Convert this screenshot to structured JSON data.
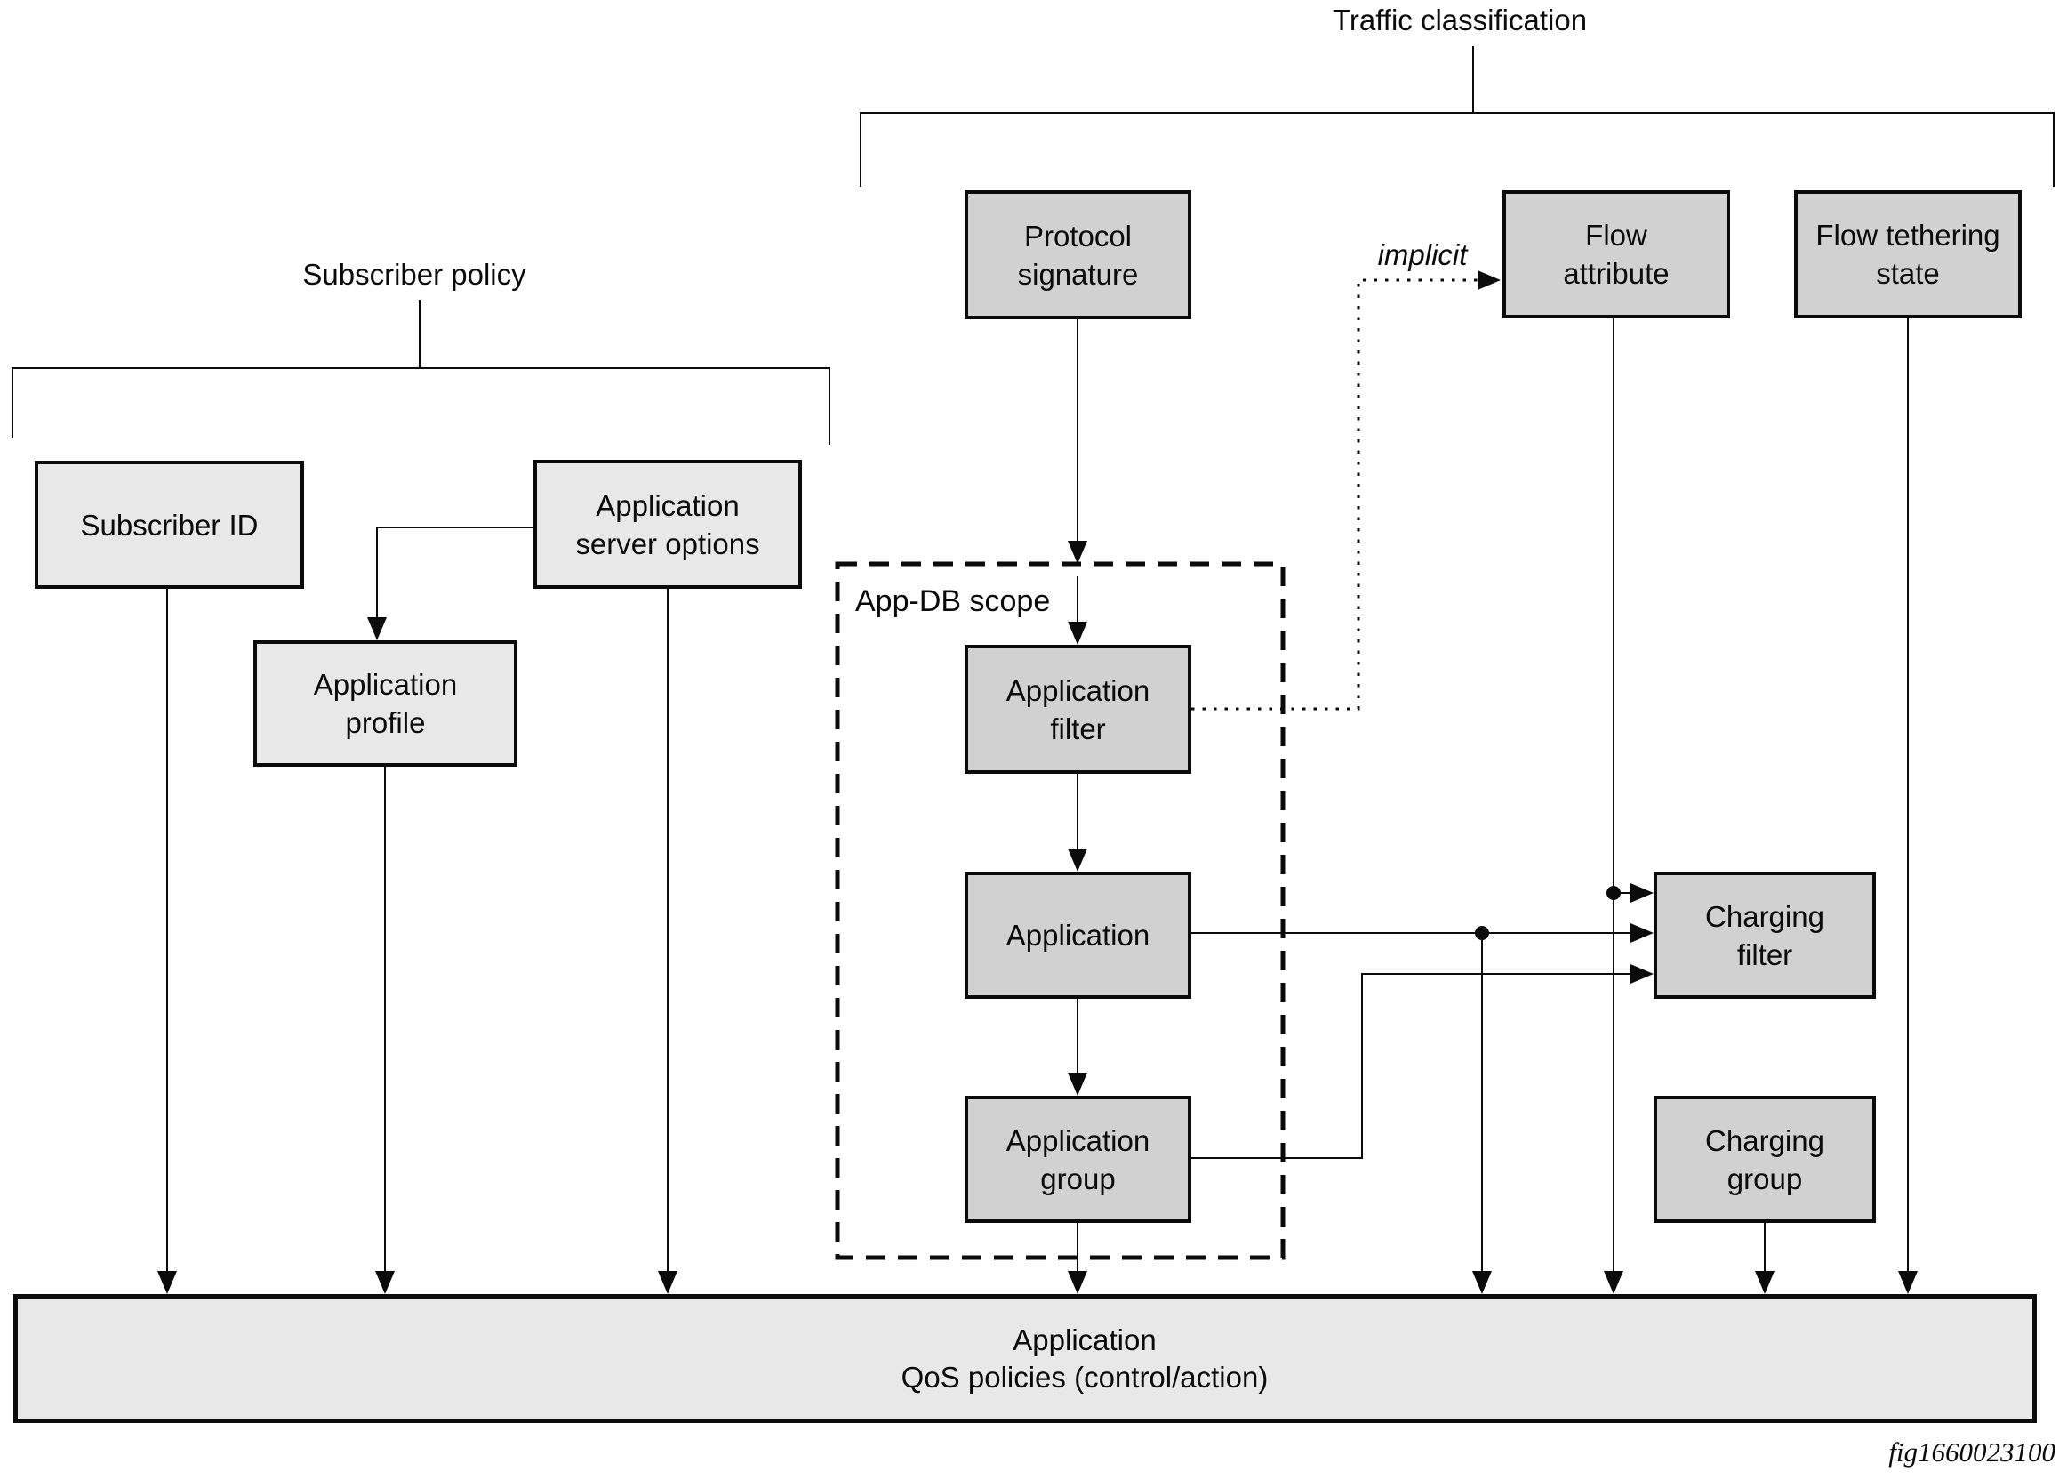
{
  "diagram": {
    "figure_caption": "fig1660023100",
    "colors": {
      "background": "#ffffff",
      "box_fill_light": "#e8e8e8",
      "box_fill_medium": "#d1d1d1",
      "line_color": "#0b0b0b"
    },
    "groups": {
      "subscriber_policy": {
        "label": "Subscriber policy"
      },
      "traffic_classification": {
        "label": "Traffic classification"
      },
      "app_db_scope": {
        "label": "App-DB scope"
      }
    },
    "nodes": {
      "subscriber_id": {
        "label": "Subscriber ID"
      },
      "application_server_options": {
        "label": "Application\nserver options"
      },
      "application_profile": {
        "label": "Application\nprofile"
      },
      "protocol_signature": {
        "label": "Protocol\nsignature"
      },
      "application_filter": {
        "label": "Application\nfilter"
      },
      "application": {
        "label": "Application"
      },
      "application_group": {
        "label": "Application\ngroup"
      },
      "flow_attribute": {
        "label": "Flow\nattribute"
      },
      "flow_tethering_state": {
        "label": "Flow tethering\nstate"
      },
      "charging_filter": {
        "label": "Charging\nfilter"
      },
      "charging_group": {
        "label": "Charging\ngroup"
      },
      "qos_policies": {
        "label": "Application\nQoS policies (control/action)"
      }
    },
    "annotations": {
      "implicit": {
        "label": "implicit"
      }
    },
    "edges": [
      {
        "from": "protocol_signature",
        "to": "app_db_scope_boundary",
        "style": "solid-arrow"
      },
      {
        "from": "app_db_scope_boundary",
        "to": "application_filter",
        "style": "solid-arrow"
      },
      {
        "from": "application_filter",
        "to": "application",
        "style": "solid-arrow"
      },
      {
        "from": "application",
        "to": "application_group",
        "style": "solid-arrow"
      },
      {
        "from": "application_group",
        "to": "qos_policies",
        "style": "solid-arrow"
      },
      {
        "from": "subscriber_id",
        "to": "qos_policies",
        "style": "solid-arrow"
      },
      {
        "from": "application_server_options",
        "to": "application_profile",
        "style": "solid-arrow"
      },
      {
        "from": "application_server_options",
        "to": "qos_policies",
        "style": "solid-arrow"
      },
      {
        "from": "application_profile",
        "to": "qos_policies",
        "style": "solid-arrow"
      },
      {
        "from": "application",
        "to": "charging_filter",
        "style": "solid-arrow",
        "junction": "tee-to-qos_policies"
      },
      {
        "from": "application_group",
        "to": "charging_filter",
        "style": "solid-arrow"
      },
      {
        "from": "application_filter",
        "to": "flow_attribute",
        "style": "dotted-arrow",
        "label": "implicit"
      },
      {
        "from": "flow_attribute",
        "to": "charging_filter",
        "style": "solid-arrow",
        "junction": "tee-from-flow-attribute"
      },
      {
        "from": "flow_attribute",
        "to": "qos_policies",
        "style": "solid-arrow"
      },
      {
        "from": "flow_tethering_state",
        "to": "qos_policies",
        "style": "solid-arrow"
      },
      {
        "from": "charging_group",
        "to": "qos_policies",
        "style": "solid-arrow"
      }
    ]
  }
}
